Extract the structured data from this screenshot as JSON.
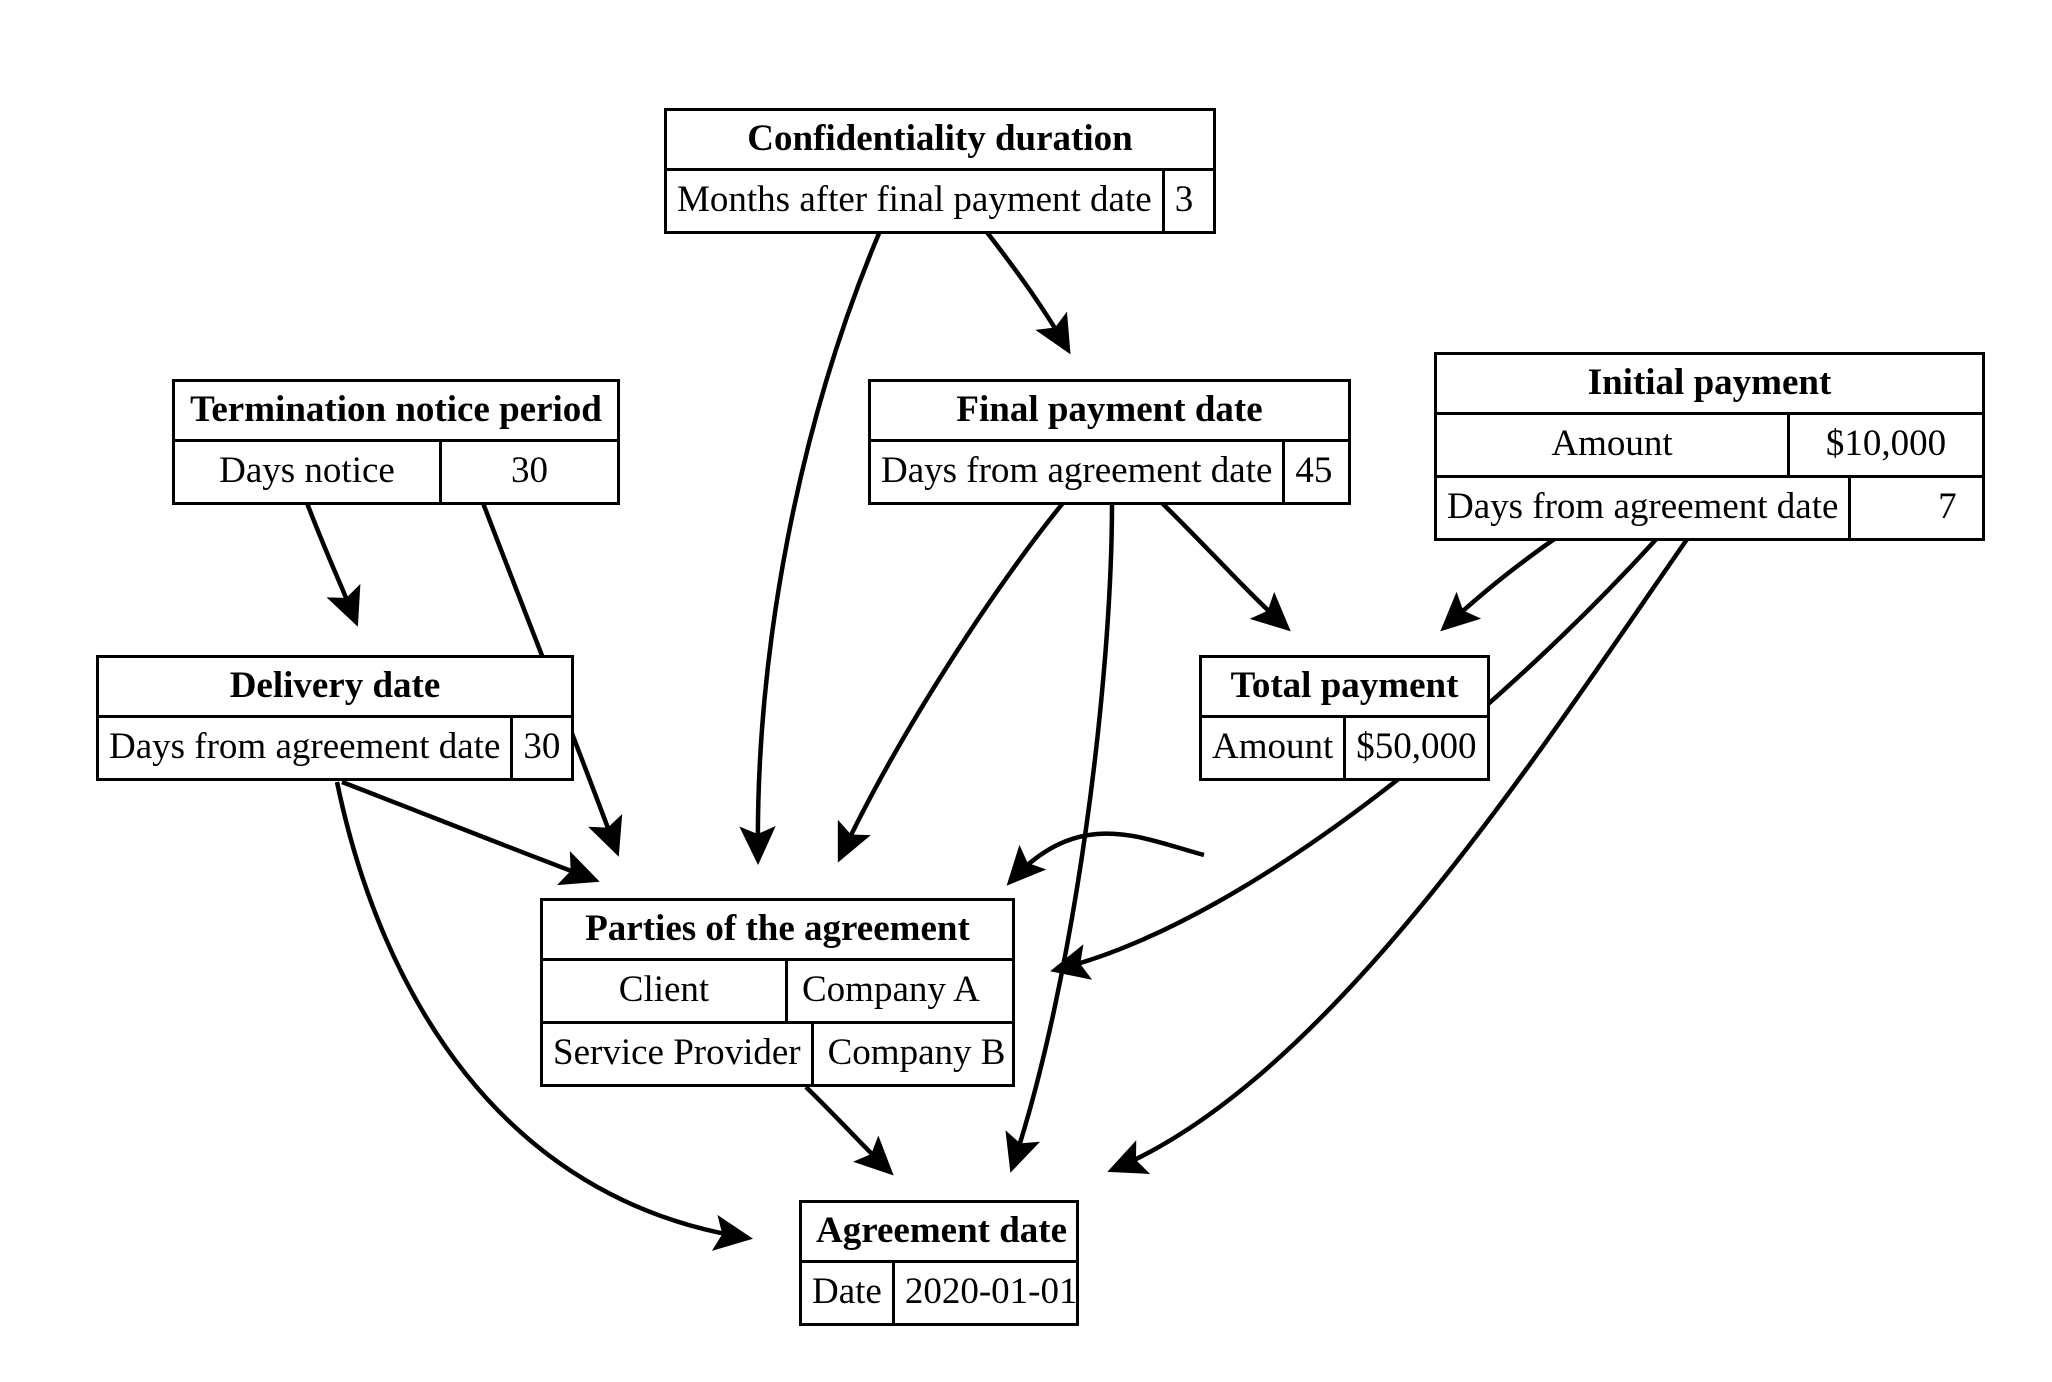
{
  "diagram": {
    "type": "entity-relationship-flow",
    "background_color": "#ffffff",
    "line_color": "#000000",
    "nodes": [
      {
        "id": "confidentiality_duration",
        "title": "Confidentiality duration",
        "rows": [
          {
            "key": "Months after final payment date",
            "value": "3"
          }
        ]
      },
      {
        "id": "termination_notice_period",
        "title": "Termination notice period",
        "rows": [
          {
            "key": "Days notice",
            "value": "30"
          }
        ]
      },
      {
        "id": "final_payment_date",
        "title": "Final payment date",
        "rows": [
          {
            "key": "Days from agreement date",
            "value": "45"
          }
        ]
      },
      {
        "id": "initial_payment",
        "title": "Initial payment",
        "rows": [
          {
            "key": "Amount",
            "value": "$10,000"
          },
          {
            "key": "Days from agreement date",
            "value": "7"
          }
        ]
      },
      {
        "id": "delivery_date",
        "title": "Delivery date",
        "rows": [
          {
            "key": "Days from agreement date",
            "value": "30"
          }
        ]
      },
      {
        "id": "total_payment",
        "title": "Total payment",
        "rows": [
          {
            "key": "Amount",
            "value": "$50,000"
          }
        ]
      },
      {
        "id": "parties_of_the_agreement",
        "title": "Parties of the agreement",
        "rows": [
          {
            "key": "Client",
            "value": "Company A"
          },
          {
            "key": "Service Provider",
            "value": "Company B"
          }
        ]
      },
      {
        "id": "agreement_date",
        "title": "Agreement date",
        "rows": [
          {
            "key": "Date",
            "value": "2020-01-01"
          }
        ]
      }
    ],
    "edges": [
      {
        "from": "confidentiality_duration",
        "to": "final_payment_date"
      },
      {
        "from": "confidentiality_duration",
        "to": "parties_of_the_agreement"
      },
      {
        "from": "termination_notice_period",
        "to": "delivery_date"
      },
      {
        "from": "termination_notice_period",
        "to": "parties_of_the_agreement"
      },
      {
        "from": "final_payment_date",
        "to": "parties_of_the_agreement"
      },
      {
        "from": "final_payment_date",
        "to": "total_payment"
      },
      {
        "from": "final_payment_date",
        "to": "agreement_date"
      },
      {
        "from": "initial_payment",
        "to": "total_payment"
      },
      {
        "from": "initial_payment",
        "to": "parties_of_the_agreement"
      },
      {
        "from": "initial_payment",
        "to": "agreement_date"
      },
      {
        "from": "delivery_date",
        "to": "parties_of_the_agreement"
      },
      {
        "from": "delivery_date",
        "to": "agreement_date"
      },
      {
        "from": "total_payment",
        "to": "parties_of_the_agreement"
      },
      {
        "from": "parties_of_the_agreement",
        "to": "agreement_date"
      }
    ]
  }
}
